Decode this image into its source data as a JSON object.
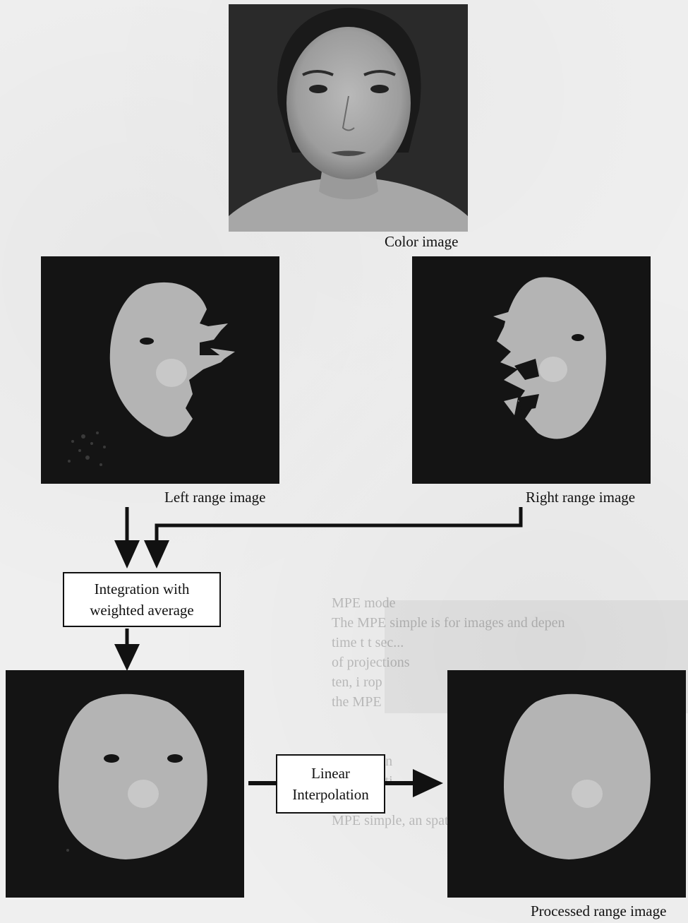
{
  "captions": {
    "color_image": "Color image",
    "left_range": "Left range image",
    "right_range": "Right range image",
    "processed_range": "Processed range image"
  },
  "boxes": {
    "integration_line1": "Integration with",
    "integration_line2": "weighted average",
    "interpolation_line1": "Linear",
    "interpolation_line2": "Interpolation"
  },
  "bleed_through_text": "MPE mode\nThe MPE simple is for images and depen\ntime t t sec...\nof projections\nten, i rop\nthe MPE\n\n\nin addition\nand an acti\nfor(t) and\nMPE simple, an spatial mode is still",
  "colors": {
    "panel_background": "#141414",
    "face_gray": "#b4b4b4",
    "arrow": "#111111"
  }
}
